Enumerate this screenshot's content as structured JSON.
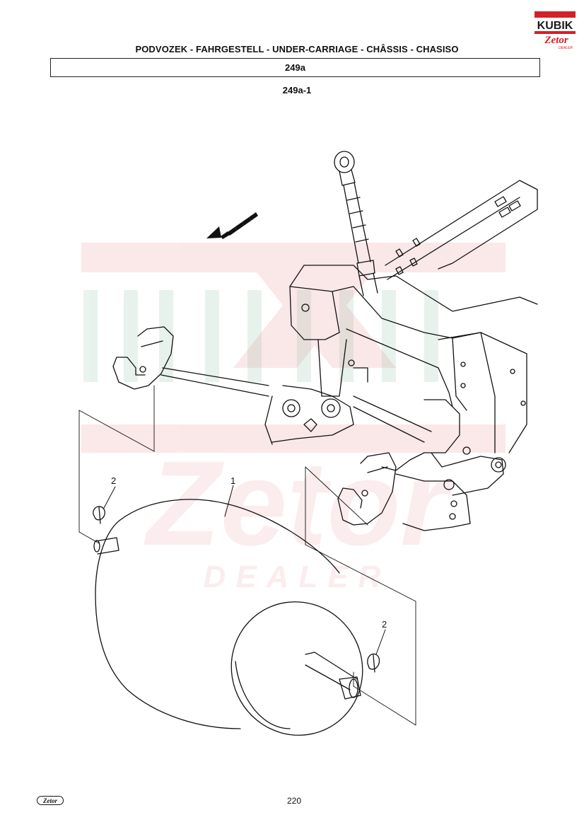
{
  "header": {
    "title": "PODVOZEK - FAHRGESTELL - UNDER-CARRIAGE - CHÂSSIS - CHASISO",
    "section_code": "249a",
    "figure_code": "249a-1"
  },
  "brand": {
    "logo_top": "KUBIK",
    "logo_bottom": "Zetor",
    "logo_tag": "DEALER",
    "footer_logo": "Zetor",
    "red": "#d42027"
  },
  "watermark": {
    "word1": "KUBIK",
    "word2": "Zetor",
    "word3": "DEALER"
  },
  "callouts": [
    {
      "label": "2"
    },
    {
      "label": "1"
    },
    {
      "label": "2"
    }
  ],
  "footer": {
    "page_number": "220"
  }
}
